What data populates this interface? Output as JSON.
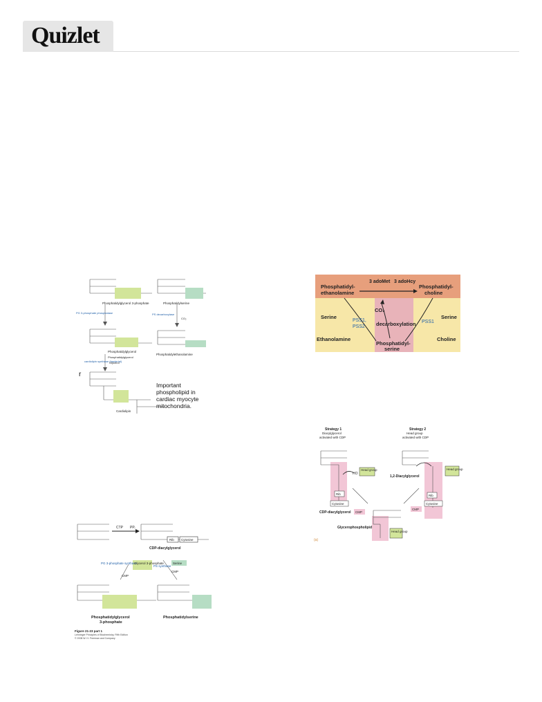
{
  "header": {
    "logo_text": "Quizlet"
  },
  "figure1": {
    "labels": {
      "pg3p": "Phosphatidylglycerol 3-phosphate",
      "ps": "Phosphatidylserine",
      "pgp_phosphatase": "PG 3-phosphate phosphatase",
      "ps_decarboxylase": "PS decarboxylase",
      "co2": "CO₂",
      "pg": "Phosphatidylglycerol",
      "pe": "Phosphatidylethanolamine",
      "cardiolipin_synthase": "cardiolipin synthase (bacterial)",
      "pg2": "Phosphatidylglycerol",
      "glycerol": "Glycerol",
      "cardiolipin": "Cardiolipin",
      "note_line1": "Important",
      "note_line2": "phospholipid in",
      "note_line3": "cardiac myocyte",
      "note_line4": "mitochondria.",
      "stray": "r"
    }
  },
  "figure2": {
    "labels": {
      "adomet": "3 adoMet",
      "adohcy": "3 adoHcy",
      "pe_1": "Phosphatidyl-",
      "pe_2": "ethanolamine",
      "pc_1": "Phosphatidyl-",
      "pc_2": "choline",
      "co2": "CO₂",
      "serine_left": "Serine",
      "pss_left_1": "PSS1,",
      "pss_left_2": "PSS2",
      "decarboxylation": "decarboxylation",
      "pss_right": "PSS1",
      "serine_right": "Serine",
      "ethanolamine": "Ethanolamine",
      "choline": "Choline",
      "ps_1": "Phosphatidyl-",
      "ps_2": "serine"
    }
  },
  "figure3": {
    "labels": {
      "ctp": "CTP",
      "ppi": "PPᵢ",
      "rib": "Rib",
      "cytosine": "Cytosine",
      "cdp_dag": "CDP-diacylglycerol",
      "pg3p_synthase": "PG 3-phosphate synthase",
      "glycerol3p": "Glycerol 3-phosphate",
      "cmp_left": "CMP",
      "ps_synthase": "PS synthase",
      "serine": "Serine",
      "cmp_right": "CMP",
      "pg3p_1": "Phosphatidylglycerol",
      "pg3p_2": "3-phosphate",
      "ps": "Phosphatidylserine",
      "caption1": "Figure 21-23 part 1",
      "caption2": "Lehninger Principles of Biochemistry, Fifth Edition",
      "caption3": "© 2008 W. H. Freeman and Company"
    }
  },
  "figure4": {
    "labels": {
      "s1_title": "Strategy 1",
      "s1_sub1": "Diacylglycerol",
      "s1_sub2": "activated with CDP",
      "s2_title": "Strategy 2",
      "s2_sub1": "Head group",
      "s2_sub2": "activated with CDP",
      "ho": "HO",
      "head_group": "Head group",
      "rib_left": "Rib",
      "cytosine_left": "Cytosine",
      "dag": "1,2-Diacylglycerol",
      "rib_right": "Rib",
      "cytosine_right": "Cytosine",
      "cdp_dag": "CDP-diacylglycerol",
      "cmp_left": "CMP",
      "cmp_right": "CMP",
      "glycerophospholipid": "Glycerophospholipid",
      "head_group_bottom": "Head group",
      "mark": "(a)"
    }
  }
}
